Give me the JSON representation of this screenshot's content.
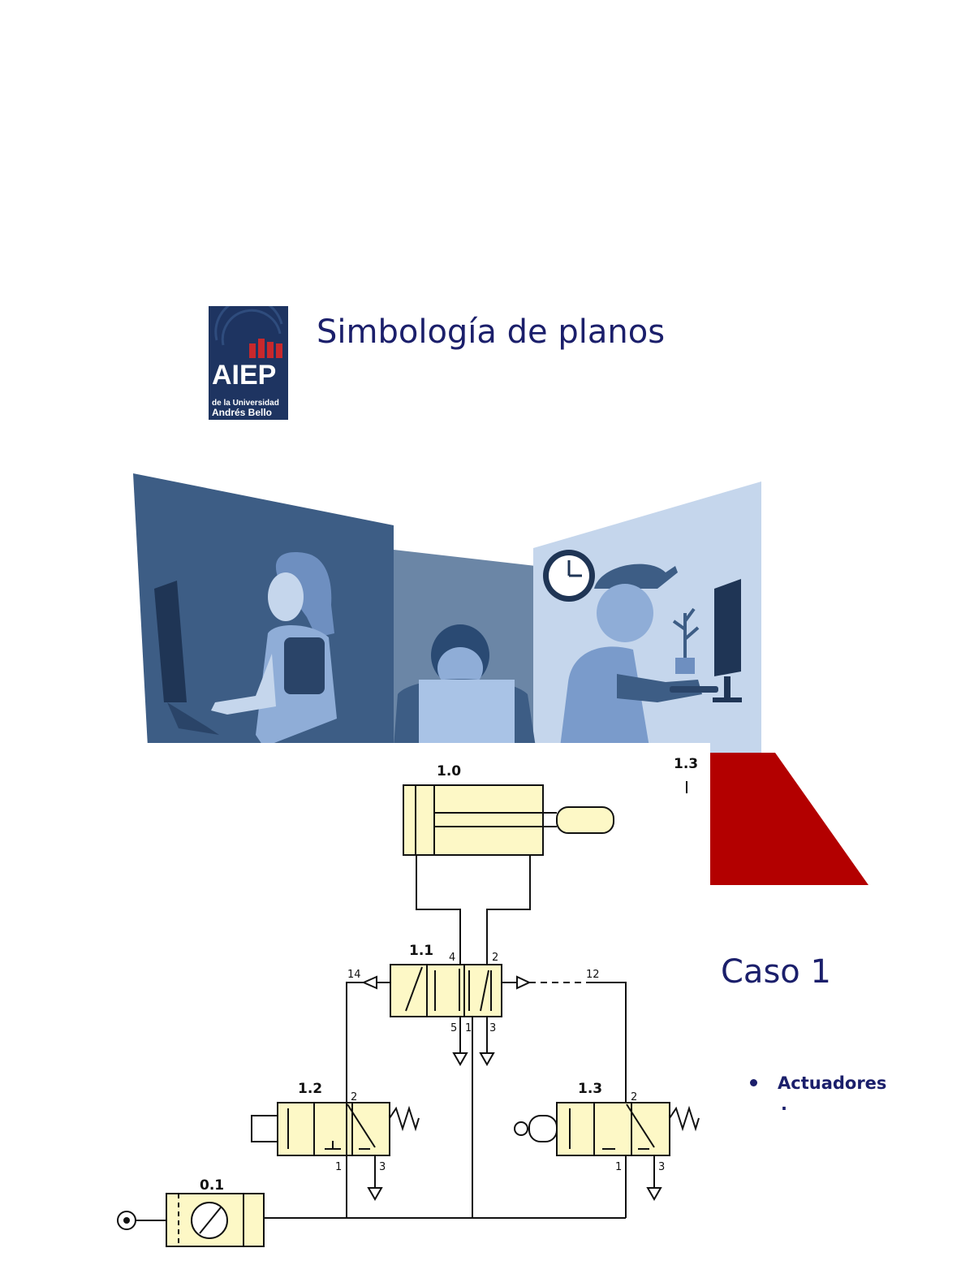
{
  "header": {
    "title": "Simbología de planos",
    "logo": {
      "brand": "AIEP",
      "line1": "de la Universidad",
      "line2": "Andrés Bello",
      "color": "#1e3461",
      "accent": "#c8282c"
    }
  },
  "section": {
    "heading": "Caso 1",
    "bullets": [
      {
        "text": "Actuadores",
        "trailing": "."
      }
    ]
  },
  "schematic": {
    "components": {
      "cylinder": "1.0",
      "main_valve": "1.1",
      "valve_left": "1.2",
      "valve_right": "1.3",
      "service_unit": "0.1",
      "corner_label": "1.3"
    },
    "ports": {
      "p4": "4",
      "p2": "2",
      "p5": "5",
      "p1": "1",
      "p3": "3",
      "p14": "14",
      "p12": "12"
    }
  },
  "colors": {
    "title": "#1b1f6b",
    "component_fill": "#fdf8c6",
    "wall_left": "#3d5d85",
    "wall_mid": "#6b86a6",
    "wall_right": "#c5d6ec",
    "floor_red": "#b30000"
  }
}
